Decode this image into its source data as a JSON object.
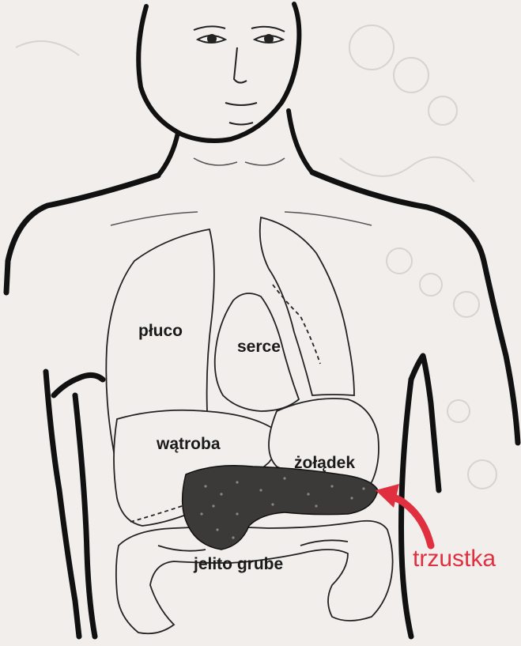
{
  "diagram": {
    "labels": {
      "lung": "płuco",
      "heart": "serce",
      "liver": "wątroba",
      "stomach": "żołądek",
      "large_intestine": "jelito grube",
      "pancreas": "trzustka"
    },
    "accent_color": "#e03040",
    "line_color": "#111111",
    "pancreas_fill": "#3c3a38"
  }
}
